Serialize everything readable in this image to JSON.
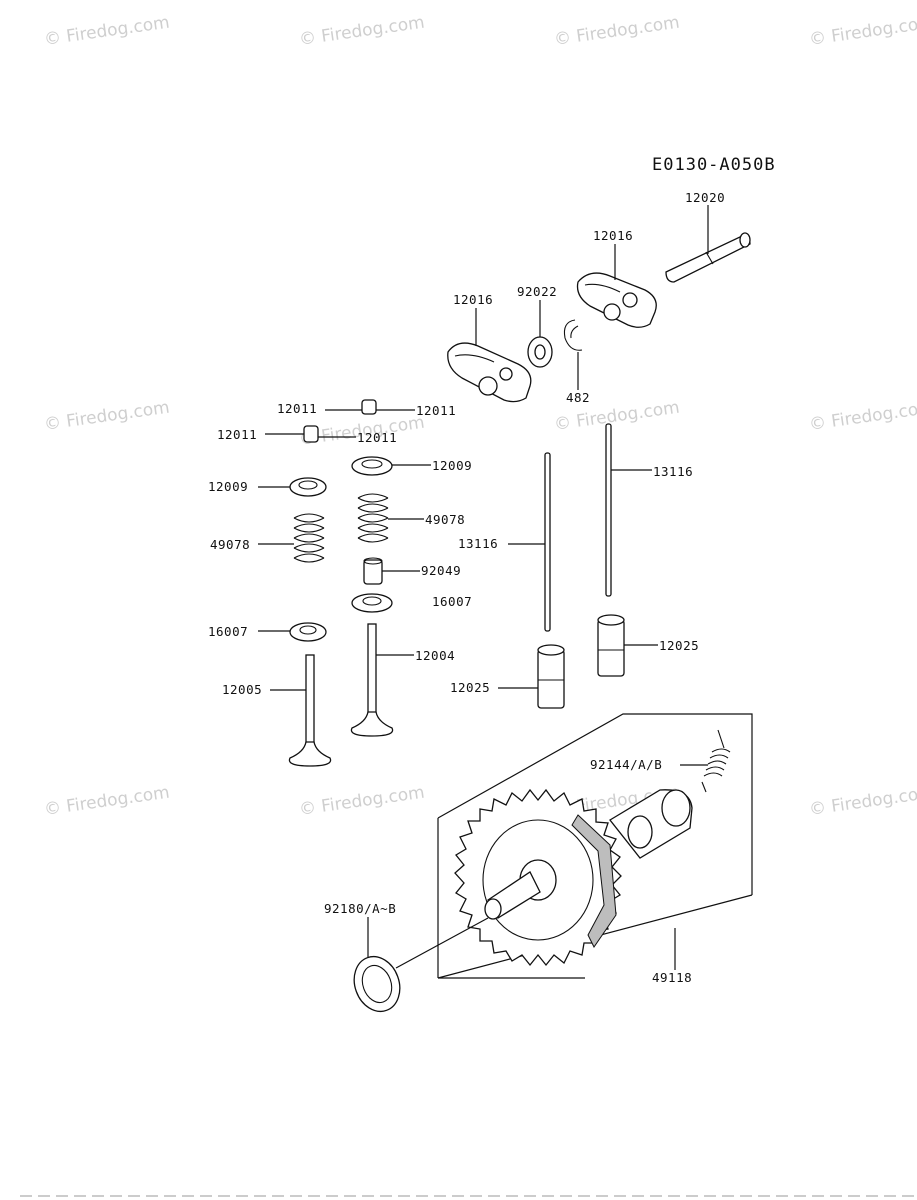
{
  "diagram_code": "E0130-A050B",
  "watermark": "© Firedog.com",
  "callouts": {
    "rocker_shaft": "12020",
    "rocker_arm_right": "12016",
    "rocker_arm_left": "12016",
    "washer": "92022",
    "circlip": "482",
    "collet_a": "12011",
    "collet_b": "12011",
    "collet_c": "12011",
    "collet_d": "12011",
    "retainer_left": "12009",
    "retainer_right": "12009",
    "spring_left": "49078",
    "spring_right": "49078",
    "rotator": "92049",
    "seal_right": "16007",
    "seal_left": "16007",
    "valve_exhaust": "12004",
    "valve_intake": "12005",
    "push_rod_left": "13116",
    "push_rod_right": "13116",
    "tappet_left": "12025",
    "tappet_right": "12025",
    "spring_decomp": "92144/A/B",
    "shim": "92180/A~B",
    "camshaft": "49118"
  }
}
